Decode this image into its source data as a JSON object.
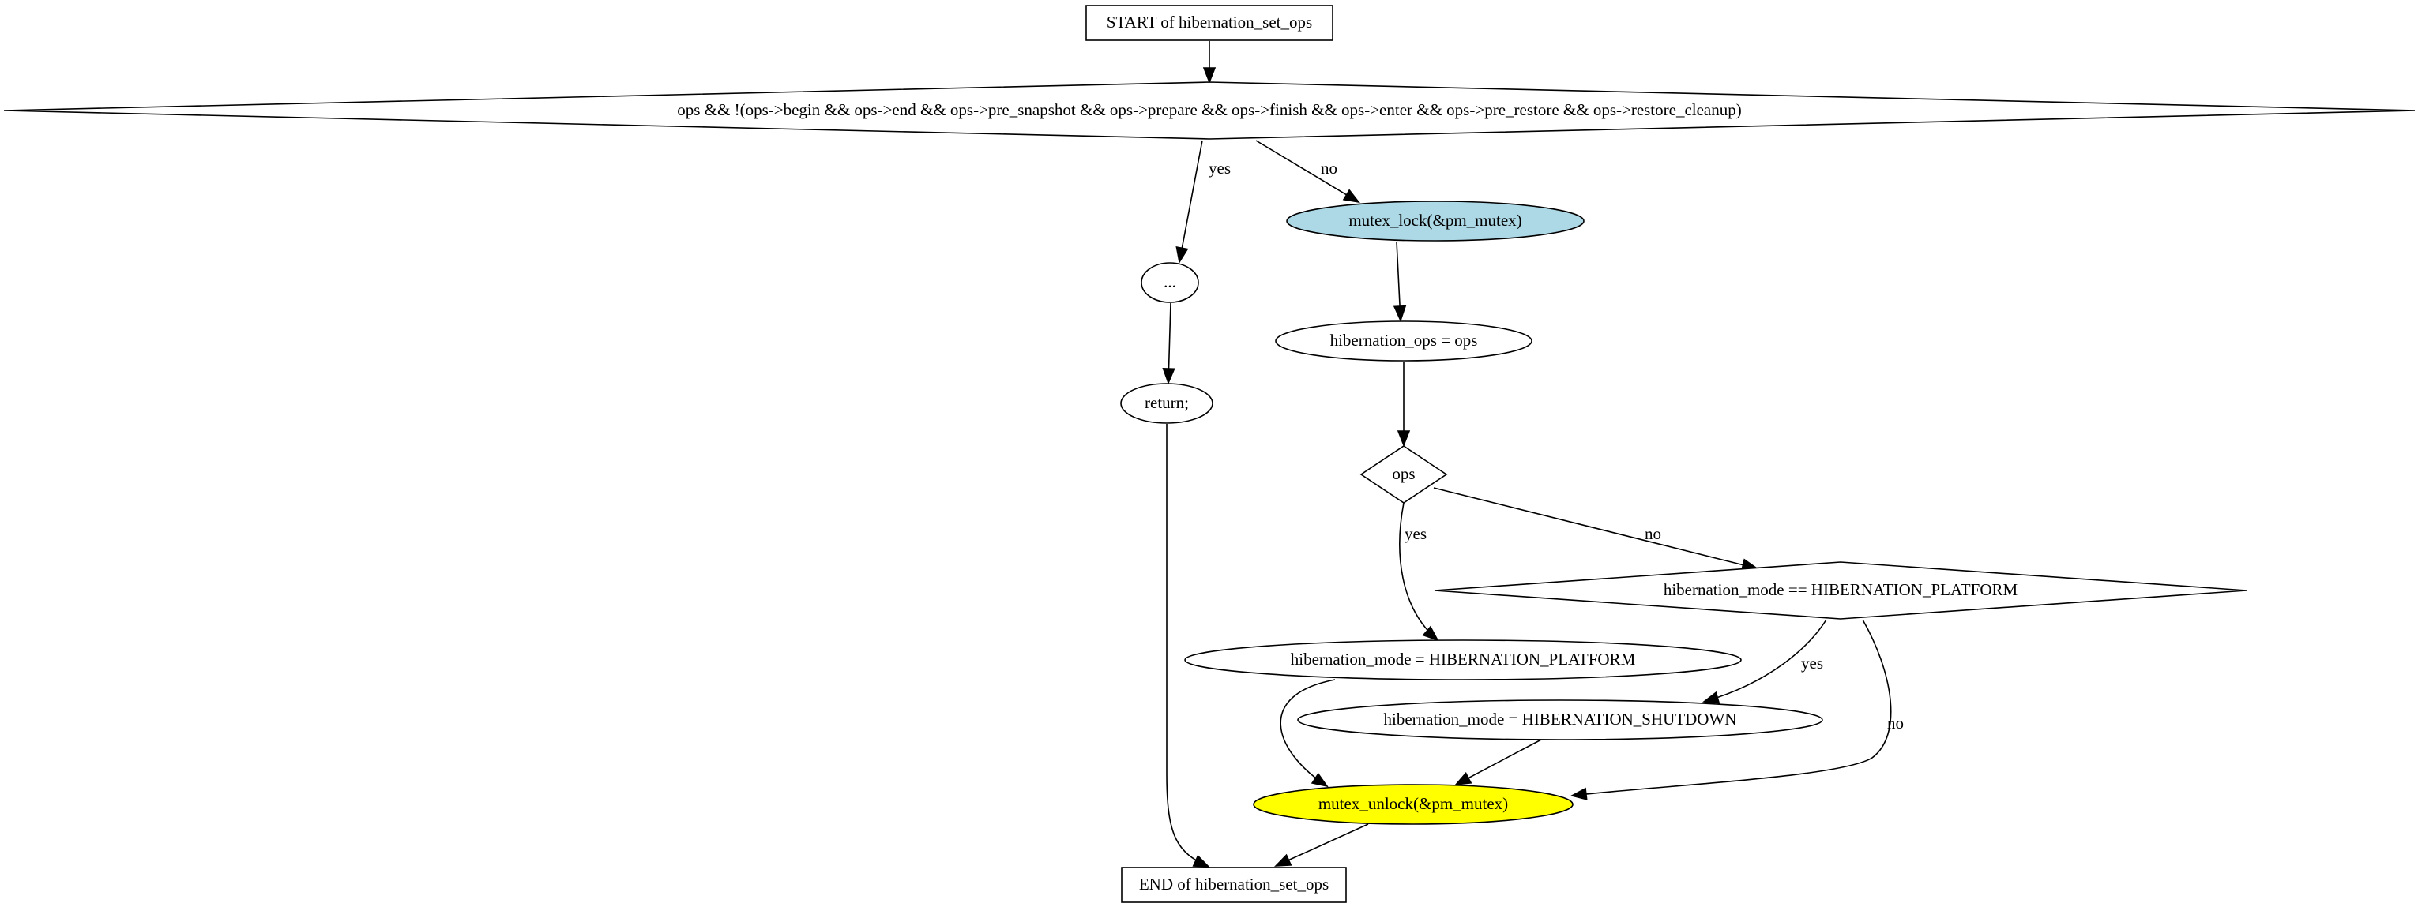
{
  "diagram": {
    "nodes": [
      {
        "id": "start",
        "shape": "box",
        "label": "START of hibernation_set_ops",
        "fill": "#ffffff"
      },
      {
        "id": "cond_ops_check",
        "shape": "diamond",
        "label": "ops && !(ops->begin && ops->end && ops->pre_snapshot && ops->prepare && ops->finish && ops->enter && ops->pre_restore && ops->restore_cleanup)",
        "fill": "#ffffff"
      },
      {
        "id": "ellipsis",
        "shape": "ellipse",
        "label": "...",
        "fill": "#ffffff"
      },
      {
        "id": "return_stmt",
        "shape": "ellipse",
        "label": "return;",
        "fill": "#ffffff"
      },
      {
        "id": "mutex_lock",
        "shape": "ellipse",
        "label": "mutex_lock(&pm_mutex)",
        "fill": "#add8e6"
      },
      {
        "id": "assign_ops",
        "shape": "ellipse",
        "label": "hibernation_ops = ops",
        "fill": "#ffffff"
      },
      {
        "id": "cond_ops",
        "shape": "diamond",
        "label": "ops",
        "fill": "#ffffff"
      },
      {
        "id": "cond_mode",
        "shape": "diamond",
        "label": "hibernation_mode == HIBERNATION_PLATFORM",
        "fill": "#ffffff"
      },
      {
        "id": "set_platform",
        "shape": "ellipse",
        "label": "hibernation_mode = HIBERNATION_PLATFORM",
        "fill": "#ffffff"
      },
      {
        "id": "set_shutdown",
        "shape": "ellipse",
        "label": "hibernation_mode = HIBERNATION_SHUTDOWN",
        "fill": "#ffffff"
      },
      {
        "id": "mutex_unlock",
        "shape": "ellipse",
        "label": "mutex_unlock(&pm_mutex)",
        "fill": "#ffff00"
      },
      {
        "id": "end",
        "shape": "box",
        "label": "END of hibernation_set_ops",
        "fill": "#ffffff"
      }
    ],
    "edges": [
      {
        "id": "e_start_cond",
        "from": "start",
        "to": "cond_ops_check",
        "label": ""
      },
      {
        "id": "e_cond_yes",
        "from": "cond_ops_check",
        "to": "ellipsis",
        "label": "yes"
      },
      {
        "id": "e_cond_no",
        "from": "cond_ops_check",
        "to": "mutex_lock",
        "label": "no"
      },
      {
        "id": "e_ellipsis_return",
        "from": "ellipsis",
        "to": "return_stmt",
        "label": ""
      },
      {
        "id": "e_return_end",
        "from": "return_stmt",
        "to": "end",
        "label": ""
      },
      {
        "id": "e_lock_assign",
        "from": "mutex_lock",
        "to": "assign_ops",
        "label": ""
      },
      {
        "id": "e_assign_ops",
        "from": "assign_ops",
        "to": "cond_ops",
        "label": ""
      },
      {
        "id": "e_ops_yes",
        "from": "cond_ops",
        "to": "set_platform",
        "label": "yes"
      },
      {
        "id": "e_ops_no",
        "from": "cond_ops",
        "to": "cond_mode",
        "label": "no"
      },
      {
        "id": "e_mode_yes",
        "from": "cond_mode",
        "to": "set_shutdown",
        "label": "yes"
      },
      {
        "id": "e_mode_no",
        "from": "cond_mode",
        "to": "mutex_unlock",
        "label": "no"
      },
      {
        "id": "e_platform_unlock",
        "from": "set_platform",
        "to": "mutex_unlock",
        "label": ""
      },
      {
        "id": "e_shutdown_unlock",
        "from": "set_shutdown",
        "to": "mutex_unlock",
        "label": ""
      },
      {
        "id": "e_unlock_end",
        "from": "mutex_unlock",
        "to": "end",
        "label": ""
      }
    ]
  }
}
